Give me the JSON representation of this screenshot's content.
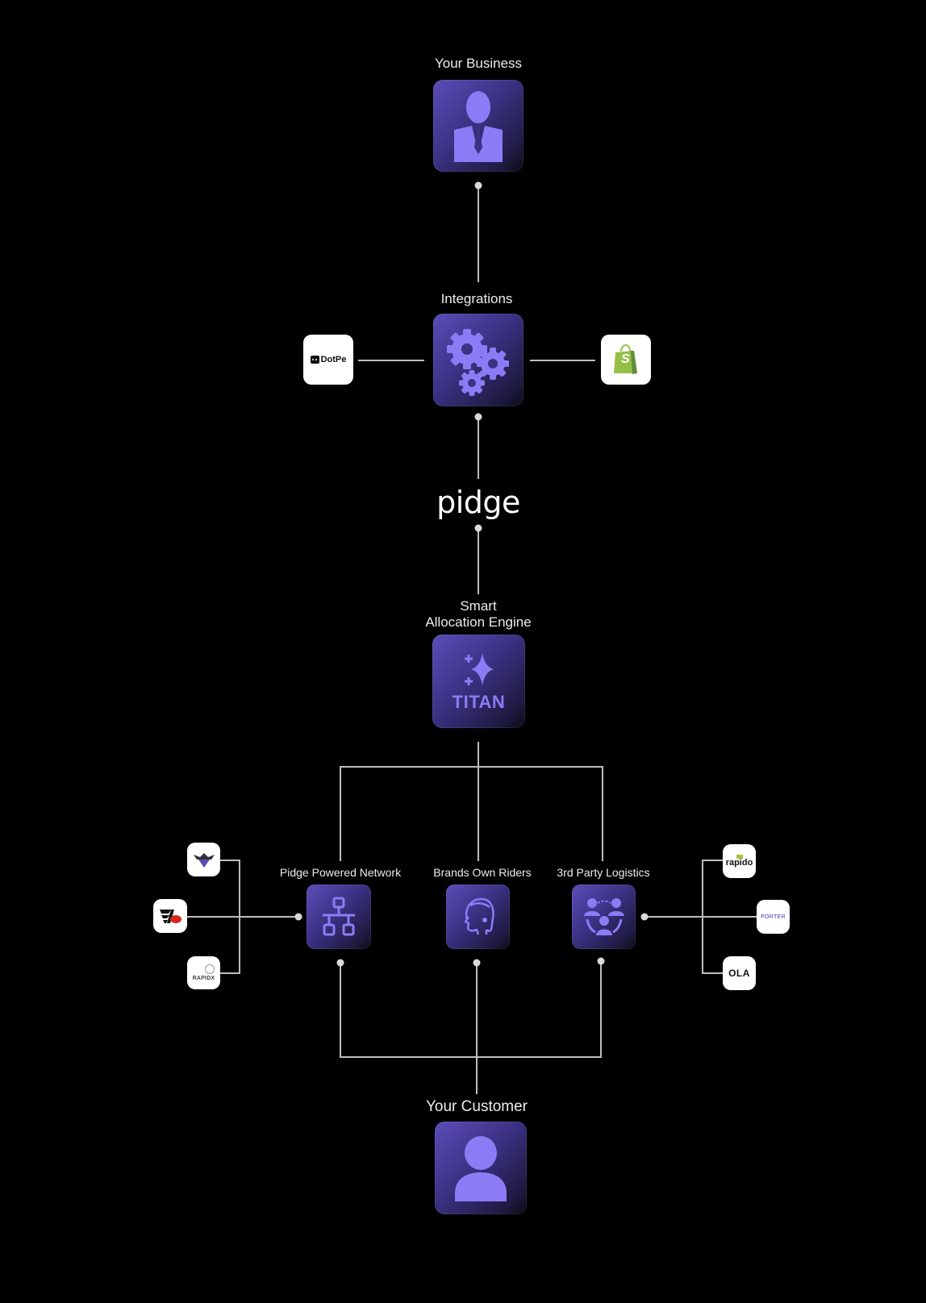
{
  "diagram": {
    "business": {
      "label": "Your Business",
      "icon": "businessman-icon"
    },
    "integrations": {
      "label": "Integrations",
      "icon": "gears-icon",
      "partners": [
        {
          "name": "DotPe",
          "logo_text": "DotPe"
        },
        {
          "name": "Shopify",
          "logo_text": "S"
        }
      ]
    },
    "brand": {
      "name": "pidge"
    },
    "engine": {
      "label_line1": "Smart",
      "label_line2": "Allocation Engine",
      "badge_text": "TITAN",
      "icon": "sparkle-icon"
    },
    "channels": [
      {
        "label": "Pidge Powered Network",
        "icon": "network-icon"
      },
      {
        "label": "Brands Own Riders",
        "icon": "rider-helmet-icon"
      },
      {
        "label": "3rd Party Logistics",
        "icon": "team-icon"
      }
    ],
    "left_partners": [
      {
        "name": "Partner Logo 1",
        "logo_text": ""
      },
      {
        "name": "Partner Logo 2",
        "logo_text": ""
      },
      {
        "name": "RapidX",
        "logo_text": "RAPIDX"
      }
    ],
    "right_partners": [
      {
        "name": "Rapido",
        "logo_text": "rapido"
      },
      {
        "name": "Porter",
        "logo_text": "PORTER"
      },
      {
        "name": "OLA",
        "logo_text": "OLA"
      }
    ],
    "customer": {
      "label": "Your Customer",
      "icon": "customer-icon"
    },
    "colors": {
      "background": "#000000",
      "node_accent": "#8b7cf6",
      "node_base": "#3b3284",
      "connector": "#bdbdbd"
    }
  }
}
